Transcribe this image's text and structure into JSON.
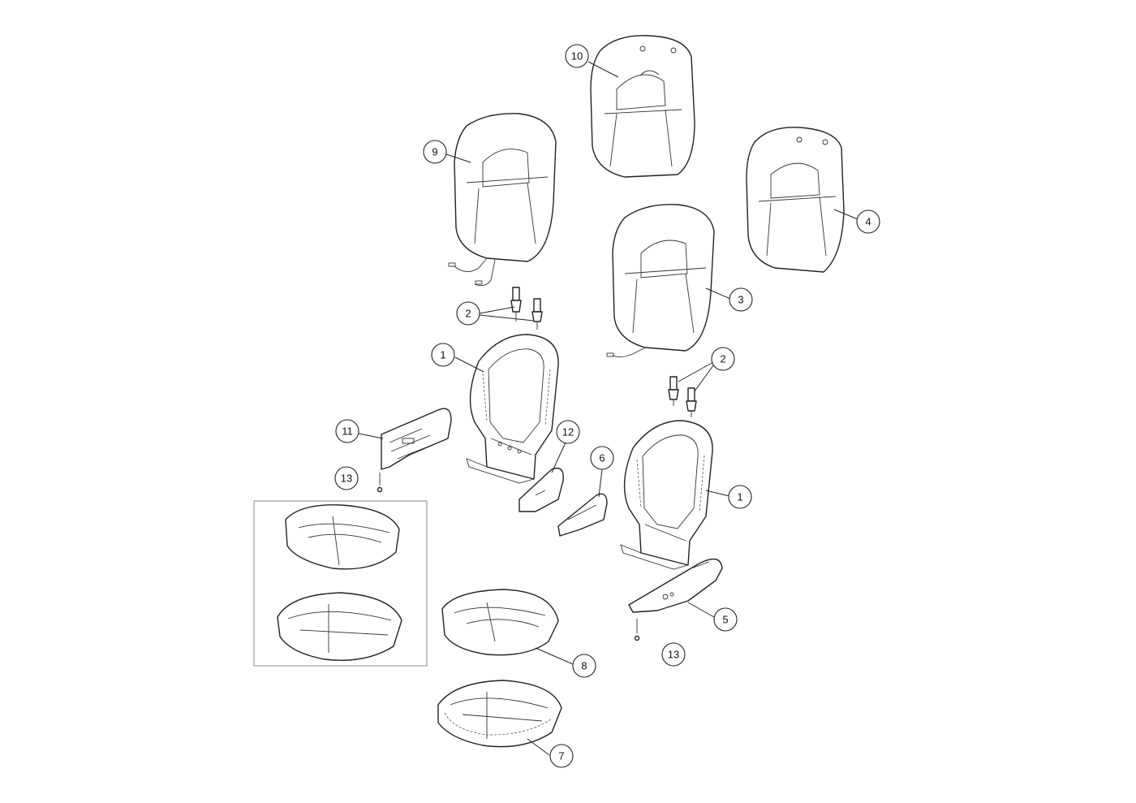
{
  "diagram": {
    "type": "exploded-parts-view",
    "subject": "seat-assembly",
    "colors": {
      "line": "#222222",
      "background": "#ffffff",
      "inset_frame": "#888888"
    },
    "callouts": [
      "1",
      "2",
      "3",
      "4",
      "5",
      "6",
      "7",
      "8",
      "9",
      "10",
      "11",
      "12",
      "13"
    ]
  }
}
